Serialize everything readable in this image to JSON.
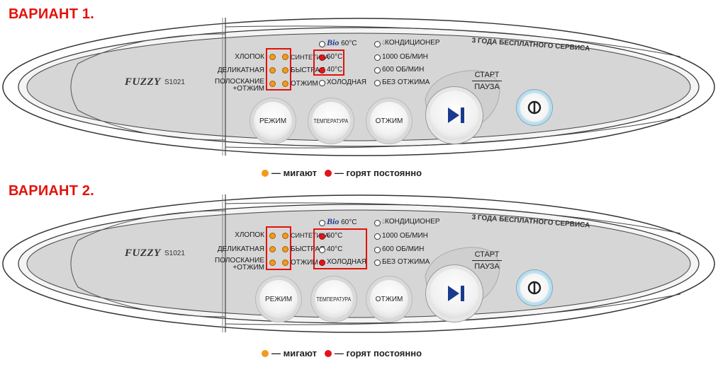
{
  "variants": [
    {
      "title": "ВАРИАНТ 1.",
      "leds": {
        "temp_60": "red",
        "temp_40": "red",
        "temp_cold": "off"
      }
    },
    {
      "title": "ВАРИАНТ 2.",
      "leds": {
        "temp_60": "red",
        "temp_40": "off",
        "temp_cold": "red"
      }
    }
  ],
  "panel": {
    "logo": "FUZZY",
    "model": "S1021",
    "service": "3 ГОДА БЕСПЛАТНОГО СЕРВИСА",
    "programs_left": [
      "ХЛОПОК",
      "ДЕЛИКАТНАЯ",
      "ПОЛОСКАНИЕ",
      "+ОТЖИМ"
    ],
    "programs_right": [
      "СИНТЕТИКА",
      "БЫСТРАЯ",
      "ОТЖИМ"
    ],
    "bio": "Bio",
    "temperatures": [
      "60°C",
      "60°C",
      "40°C",
      "ХОЛОДНАЯ"
    ],
    "options": [
      "КОНДИЦИОНЕР",
      "1000 ОБ/МИН",
      "600 ОБ/МИН",
      "БЕЗ ОТЖИМА"
    ],
    "buttons": {
      "mode": "РЕЖИМ",
      "temperature": "ТЕМПЕРАТУРА",
      "spin": "ОТЖИМ"
    },
    "start": "СТАРТ",
    "pause": "ПАУЗА"
  },
  "legend": {
    "blink": "— мигают",
    "steady": "— горят постоянно"
  },
  "colors": {
    "title_red": "#e3120b",
    "led_orange": "#f39a1c",
    "led_red": "#e2141b",
    "panel_gray": "#d4d4d4"
  },
  "icons": [
    "play-pause-icon",
    "power-icon",
    "drop-icon"
  ]
}
